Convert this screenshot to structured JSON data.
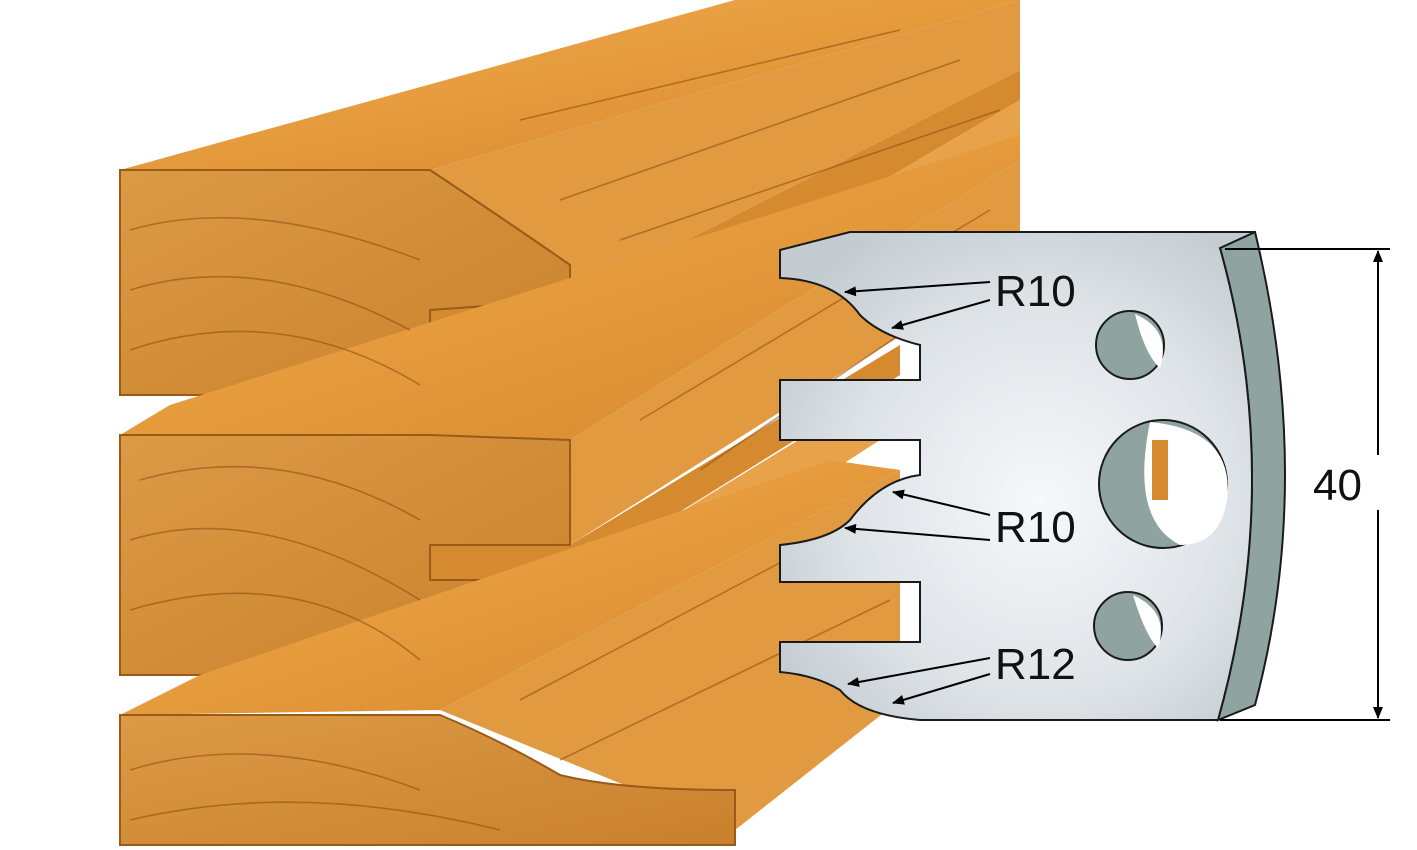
{
  "labels": {
    "radius_top": "R10",
    "radius_middle": "R10",
    "radius_bottom": "R12",
    "height_dimension": "40"
  },
  "colors": {
    "wood_light": "#e8a24a",
    "wood_mid": "#d98d2e",
    "wood_dark": "#b8691c",
    "wood_grain": "#8a4a12",
    "knife_face": "#d7dde2",
    "knife_highlight": "#f4f6f8",
    "knife_bevel": "#8fa3a0",
    "outline": "#1a1a1a",
    "annotation": "#000000"
  },
  "icons": {
    "wood_profile": "molded-wood-boards",
    "cutter": "profile-knife-with-mounting-holes",
    "dimension": "vertical-dimension-arrow"
  }
}
